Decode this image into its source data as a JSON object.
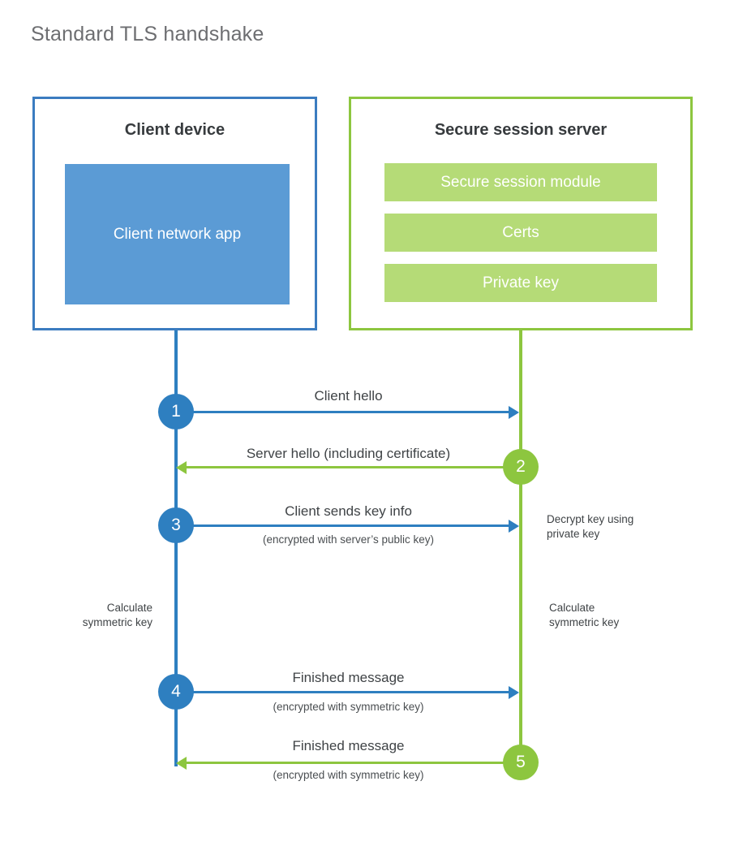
{
  "page": {
    "title": "Standard TLS handshake"
  },
  "colors": {
    "client_accent": "#2e7fc0",
    "client_box_border": "#3b7cc0",
    "client_app_fill": "#5b9bd5",
    "server_accent": "#8dc63f",
    "server_bar_fill": "#b5db77",
    "title_text": "#6d6e71",
    "body_text": "#3f4346",
    "background": "#ffffff"
  },
  "client": {
    "title": "Client device",
    "app_label": "Client network app"
  },
  "server": {
    "title": "Secure session server",
    "components": [
      {
        "label": "Secure session module"
      },
      {
        "label": "Certs"
      },
      {
        "label": "Private key"
      }
    ]
  },
  "steps": [
    {
      "number": "1",
      "label": "Client hello",
      "sublabel": "",
      "direction": "client-to-server",
      "color": "blue"
    },
    {
      "number": "2",
      "label": "Server hello (including certificate)",
      "sublabel": "",
      "direction": "server-to-client",
      "color": "green"
    },
    {
      "number": "3",
      "label": "Client sends key info",
      "sublabel": "(encrypted with server’s public key)",
      "direction": "client-to-server",
      "color": "blue"
    },
    {
      "number": "4",
      "label": "Finished message",
      "sublabel": "(encrypted with symmetric key)",
      "direction": "client-to-server",
      "color": "blue"
    },
    {
      "number": "5",
      "label": "Finished message",
      "sublabel": "(encrypted with symmetric key)",
      "direction": "server-to-client",
      "color": "green"
    }
  ],
  "annotations": {
    "server_decrypt": "Decrypt key using\nprivate key",
    "client_calculate": "Calculate\nsymmetric key",
    "server_calculate": "Calculate\nsymmetric key"
  }
}
